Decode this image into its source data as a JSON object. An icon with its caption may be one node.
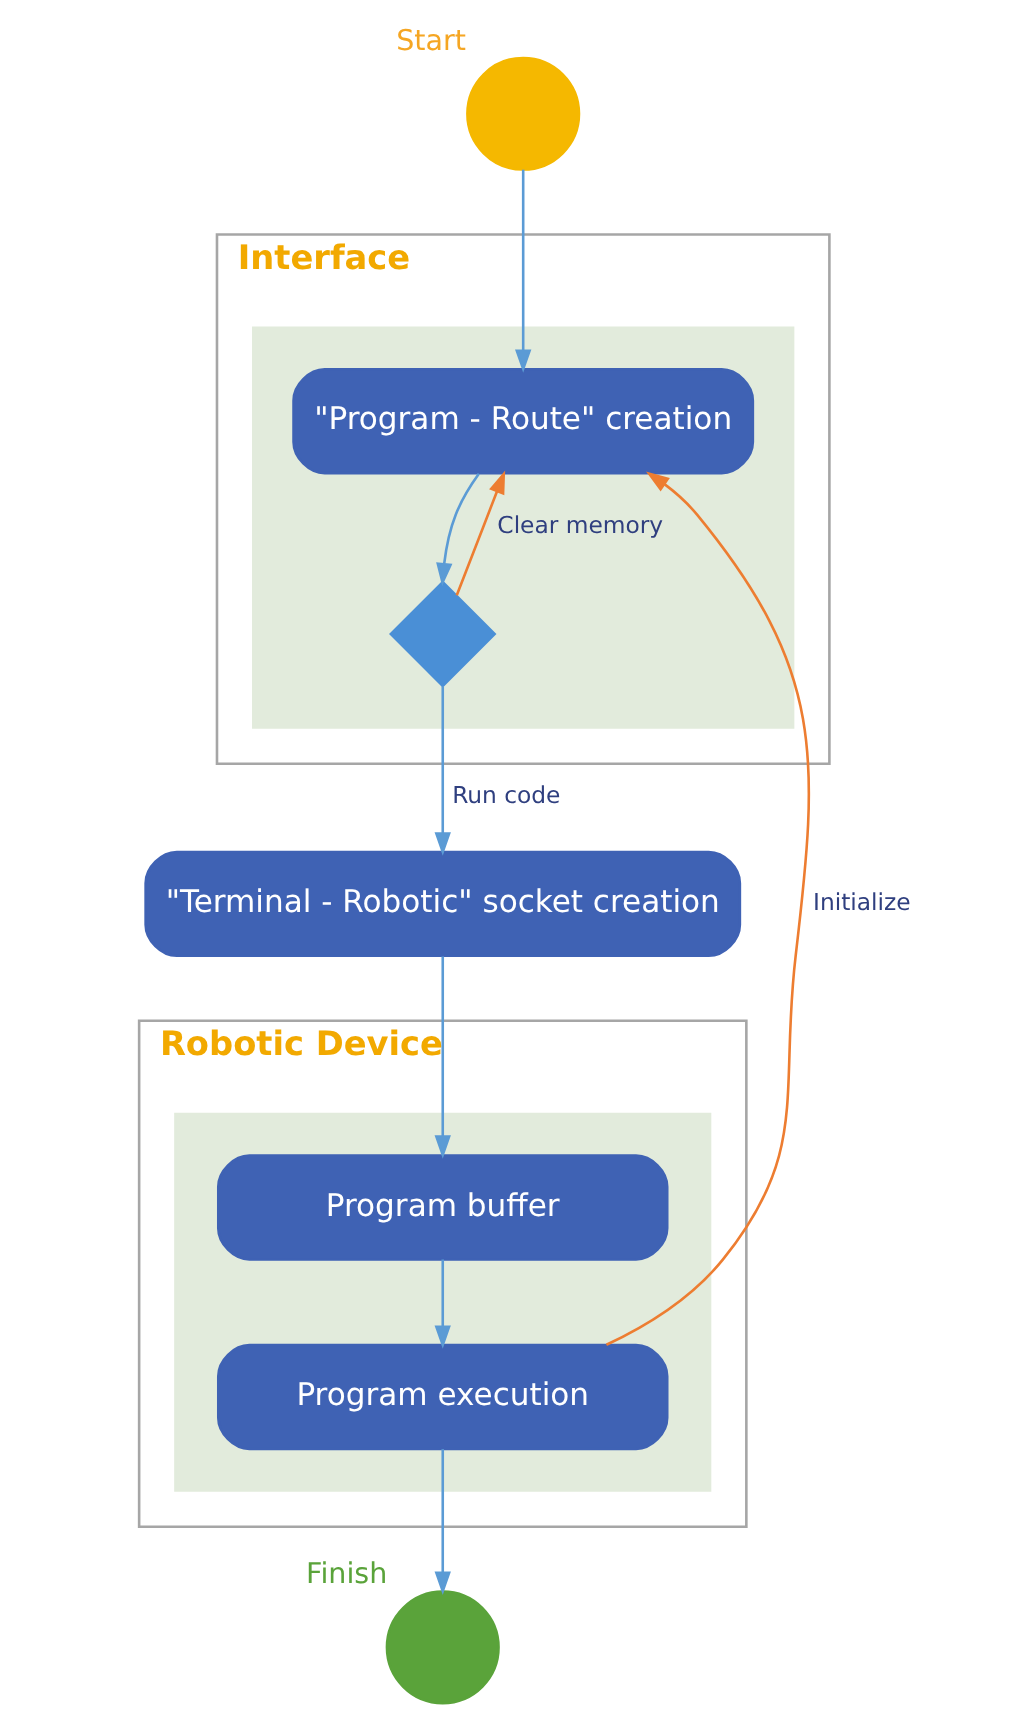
{
  "diagram": {
    "nodes": [
      {
        "text": [
          "Start"
        ]
      },
      {
        "text": [
          "Interface"
        ]
      },
      {
        "text": [],
        "shape": "box",
        "in": 1
      },
      {
        "text": [
          "\"Program - Route\" creation"
        ],
        "in": 2
      },
      {
        "text": [],
        "shape": "diamond",
        "in": 2
      },
      {
        "text": [
          "\"Terminal - Robotic\" socket creation"
        ]
      },
      {
        "text": [
          "Robotic Device"
        ]
      },
      {
        "text": [],
        "shape": "box",
        "in": 6
      },
      {
        "text": [
          "Program buffer"
        ],
        "in": 7
      },
      {
        "text": [
          "Program execution"
        ],
        "in": 7
      },
      {
        "text": [
          "Finish"
        ]
      }
    ],
    "edges": [
      {
        "from": 0,
        "to": 3,
        "arrow": "to"
      },
      {
        "from": 3,
        "to": 4,
        "arrow": "to"
      },
      {
        "from": 4,
        "to": 3,
        "arrow": "to",
        "label": "Clear memory",
        "color": "#ed7d31"
      },
      {
        "from": 4,
        "to": 5,
        "arrow": "to",
        "label": "Run code"
      },
      {
        "from": 5,
        "to": 8,
        "arrow": "to"
      },
      {
        "from": 8,
        "to": 9,
        "arrow": "to"
      },
      {
        "from": 9,
        "to": 3,
        "arrow": "to",
        "label": "Initialize",
        "color": "#ed7d31"
      },
      {
        "from": 9,
        "to": 10,
        "arrow": "to"
      }
    ]
  }
}
